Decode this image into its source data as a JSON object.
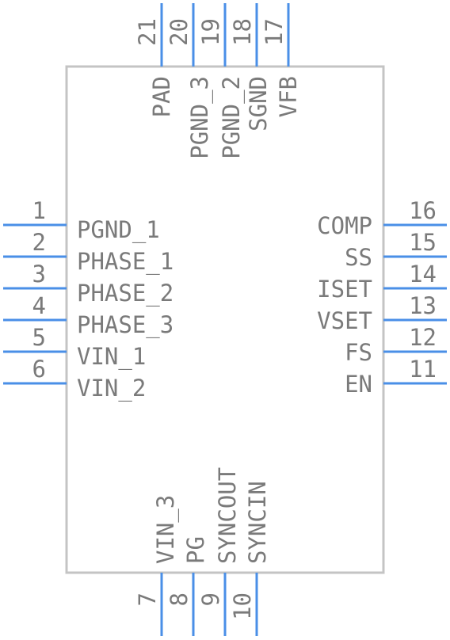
{
  "colors": {
    "pin": "#4a8fe7",
    "body_outline": "#c4c4c4",
    "text": "#7a7a7a"
  },
  "left_pins": [
    {
      "number": "1",
      "label": "PGND_1"
    },
    {
      "number": "2",
      "label": "PHASE_1"
    },
    {
      "number": "3",
      "label": "PHASE_2"
    },
    {
      "number": "4",
      "label": "PHASE_3"
    },
    {
      "number": "5",
      "label": "VIN_1"
    },
    {
      "number": "6",
      "label": "VIN_2"
    }
  ],
  "right_pins": [
    {
      "number": "16",
      "label": "COMP"
    },
    {
      "number": "15",
      "label": "SS"
    },
    {
      "number": "14",
      "label": "ISET"
    },
    {
      "number": "13",
      "label": "VSET"
    },
    {
      "number": "12",
      "label": "FS"
    },
    {
      "number": "11",
      "label": "EN"
    }
  ],
  "top_pins": [
    {
      "number": "21",
      "label": "PAD"
    },
    {
      "number": "20",
      "label": ""
    },
    {
      "number": "19",
      "label": "PGND_3"
    },
    {
      "number": "18",
      "label": "PGND_2"
    },
    {
      "number": "17",
      "label": "SGND"
    },
    {
      "number": "",
      "label": "VFB"
    }
  ],
  "bottom_pins": [
    {
      "number": "7",
      "label": "VIN_3"
    },
    {
      "number": "8",
      "label": "PG"
    },
    {
      "number": "9",
      "label": "SYNCOUT"
    },
    {
      "number": "10",
      "label": "SYNCIN"
    }
  ]
}
